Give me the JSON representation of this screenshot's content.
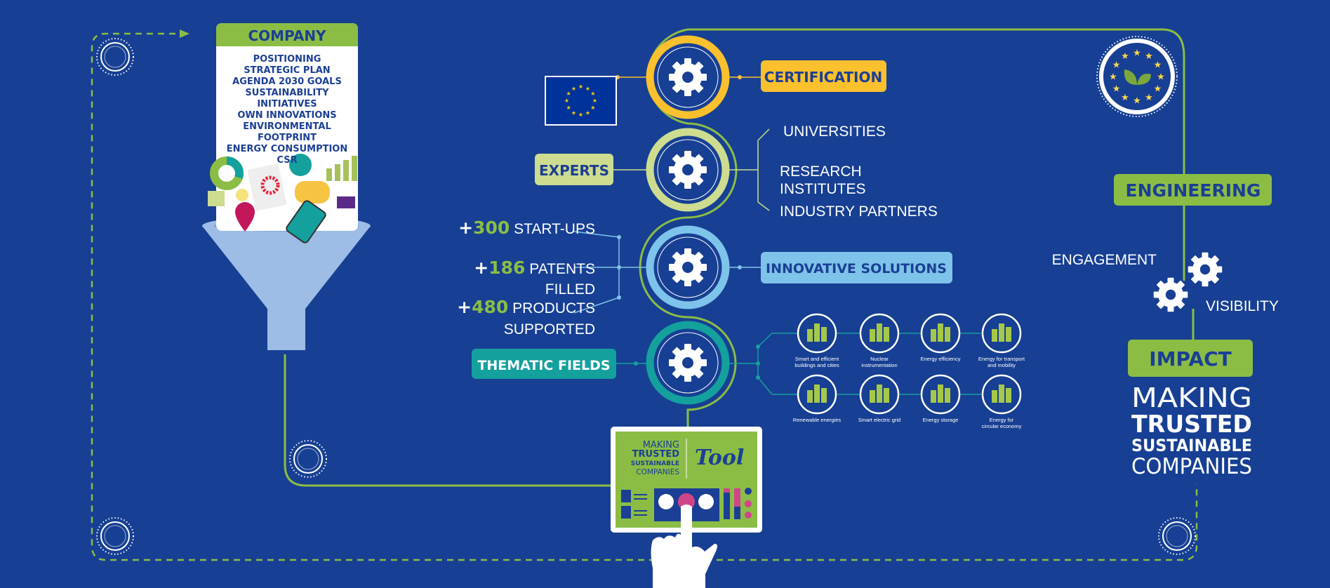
{
  "colors": {
    "background": "#173f93",
    "green": "#8bbd45",
    "yellow": "#fbc02d",
    "light_green": "#cddc8f",
    "light_blue": "#7ec3ea",
    "teal": "#14a09d",
    "funnel": "#9dbde6"
  },
  "company": {
    "title": "COMPANY",
    "items": [
      "POSITIONING",
      "STRATEGIC PLAN",
      "AGENDA 2030 GOALS",
      "SUSTAINABILITY",
      "INITIATIVES",
      "OWN INNOVATIONS",
      "ENVIRONMENTAL",
      "FOOTPRINT",
      "ENERGY CONSUMPTION",
      "CSR"
    ]
  },
  "pillars": {
    "certification": "CERTIFICATION",
    "experts": "EXPERTS",
    "innovative_solutions": "INNOVATIVE SOLUTIONS",
    "thematic_fields": "THEMATIC FIELDS"
  },
  "experts_partners": [
    "UNIVERSITIES",
    "RESEARCH",
    "INSTITUTES",
    "INDUSTRY PARTNERS"
  ],
  "stats": [
    {
      "value": "300",
      "label": "START-UPS",
      "extra": ""
    },
    {
      "value": "186",
      "label": "PATENTS",
      "extra": "FILLED"
    },
    {
      "value": "480",
      "label": "PRODUCTS",
      "extra": "SUPPORTED"
    }
  ],
  "stat_prefix": "+",
  "thematic_fields": [
    {
      "line1": "Smart and efficient",
      "line2": "buildings and cities",
      "icon": "city-icon"
    },
    {
      "line1": "Nuclear",
      "line2": "instrumentation",
      "icon": "atom-icon"
    },
    {
      "line1": "Energy efficiency",
      "line2": "",
      "icon": "green-buildings-icon"
    },
    {
      "line1": "Energy for transport",
      "line2": "and mobility",
      "icon": "ev-charging-icon"
    },
    {
      "line1": "Renewable energies",
      "line2": "",
      "icon": "wind-solar-icon"
    },
    {
      "line1": "Smart electric grid",
      "line2": "",
      "icon": "pylon-icon"
    },
    {
      "line1": "Energy storage",
      "line2": "",
      "icon": "battery-icon"
    },
    {
      "line1": "Energy for",
      "line2": "circular economy",
      "icon": "recycle-icon"
    }
  ],
  "tool": {
    "brand": [
      "MAKING",
      "TRUSTED",
      "SUSTAINABLE",
      "COMPANIES"
    ],
    "label": "Tool"
  },
  "right": {
    "engineering": "ENGINEERING",
    "engagement": "ENGAGEMENT",
    "visibility": "VISIBILITY",
    "impact": "IMPACT",
    "slogan": [
      "MAKING",
      "TRUSTED",
      "SUSTAINABLE",
      "COMPANIES"
    ]
  }
}
